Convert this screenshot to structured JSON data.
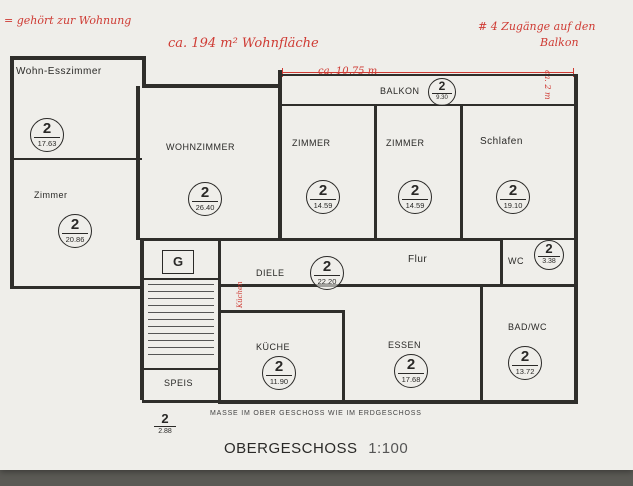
{
  "annotations": {
    "top_left": "= gehört zur Wohnung",
    "living_area": "ca. 194 m² Wohnfläche",
    "top_right_1": "# 4 Zugänge auf den",
    "top_right_2": "Balkon",
    "balcony_length": "ca. 10,75 m",
    "balcony_side": "ca. 2 m",
    "diele_vertical": "Küchen"
  },
  "rooms": {
    "wohn_esszimmer": {
      "name": "Wohn-Esszimmer",
      "floor": "2",
      "area": "17.63"
    },
    "zimmer_left": {
      "name": "Zimmer",
      "floor": "2",
      "area": "20.86"
    },
    "wohnzimmer": {
      "name": "WOHNZIMMER",
      "floor": "2",
      "area": "26.40"
    },
    "zimmer_1": {
      "name": "ZIMMER",
      "floor": "2",
      "area": "14.59"
    },
    "zimmer_2": {
      "name": "ZIMMER",
      "floor": "2",
      "area": "14.59"
    },
    "schlafen": {
      "name": "Schlafen",
      "floor": "2",
      "area": "19.10"
    },
    "balkon": {
      "name": "BALKON",
      "floor": "2",
      "area": "9.30"
    },
    "diele": {
      "name": "DIELE",
      "floor": "2",
      "area": "22.20"
    },
    "flur": {
      "name": "Flur"
    },
    "wc": {
      "name": "WC",
      "floor": "2",
      "area": "3.38"
    },
    "kueche": {
      "name": "KÜCHE",
      "floor": "2",
      "area": "11.90"
    },
    "essen": {
      "name": "ESSEN",
      "floor": "2",
      "area": "17.68"
    },
    "bad_wc": {
      "name": "BAD/WC",
      "floor": "2",
      "area": "13.72"
    },
    "speis": {
      "name": "SPEIS",
      "floor": "2",
      "area": "2.88"
    },
    "g": {
      "name": "G"
    }
  },
  "footer": {
    "measure_note": "MASSE IM OBER GESCHOSS WIE IM ERDGESCHOSS",
    "title": "OBERGESCHOSS",
    "scale": "1:100"
  },
  "colors": {
    "paper": "#efeeea",
    "ink": "#2a2927",
    "annotation_red": "#cf3b34",
    "background": "#5b5a55"
  }
}
